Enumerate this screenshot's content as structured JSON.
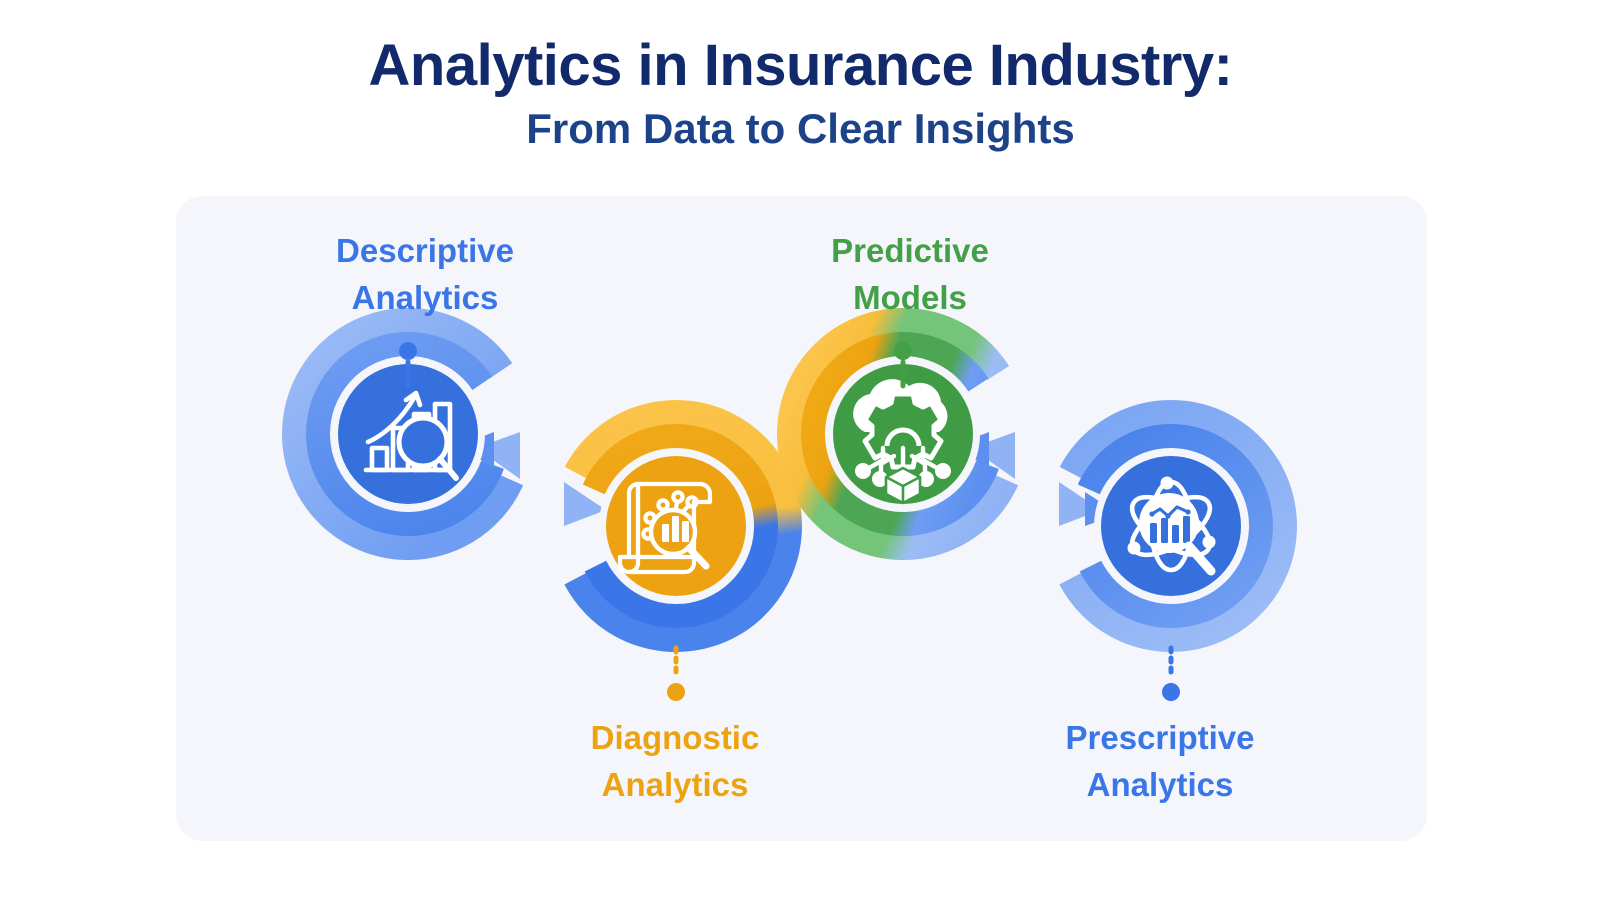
{
  "title": {
    "main": "Analytics in Insurance Industry:",
    "sub": "From Data to Clear Insights",
    "main_color": "#122a6b",
    "sub_color": "#1c4287"
  },
  "panel": {
    "background": "#f5f6fb"
  },
  "nodes": [
    {
      "id": "descriptive-analytics",
      "label": "Descriptive\nAnalytics",
      "label_position": "top",
      "color": "#3b76e8",
      "ring_outer_color": "#8fb3f4",
      "ring_inner_color": "#5c8ff0",
      "disc_color": "#3570dd",
      "icon": "bar-chart-growth-magnifier-icon",
      "connector_color": "#3b76e8"
    },
    {
      "id": "diagnostic-analytics",
      "label": "Diagnostic\nAnalytics",
      "label_position": "bottom",
      "color": "#eda311",
      "ring_outer_color": "#fbc44a",
      "ring_inner_color": "#f0a91a",
      "disc_color": "#eda311",
      "icon": "document-network-magnifier-icon",
      "connector_color": "#eda311"
    },
    {
      "id": "predictive-models",
      "label": "Predictive\nModels",
      "label_position": "top",
      "color": "#43a047",
      "ring_outer_color": "#74c47a",
      "ring_inner_color": "#4da653",
      "disc_color": "#3f9c45",
      "icon": "cloud-gear-network-icon",
      "connector_color": "#43a047"
    },
    {
      "id": "prescriptive-analytics",
      "label": "Prescriptive\nAnalytics",
      "label_position": "bottom",
      "color": "#3b76e8",
      "ring_outer_color": "#8fb3f4",
      "ring_inner_color": "#5c8ff0",
      "disc_color": "#3570dd",
      "icon": "atom-chart-magnifier-icon",
      "connector_color": "#3b76e8"
    }
  ],
  "chart_data": {
    "type": "diagram",
    "title": "Analytics in Insurance Industry: From Data to Clear Insights",
    "layout": "interlocking-chain-of-4-rings",
    "categories": [
      "Descriptive Analytics",
      "Diagnostic Analytics",
      "Predictive Models",
      "Prescriptive Analytics"
    ],
    "colors": [
      "#3b76e8",
      "#eda311",
      "#43a047",
      "#3b76e8"
    ]
  }
}
